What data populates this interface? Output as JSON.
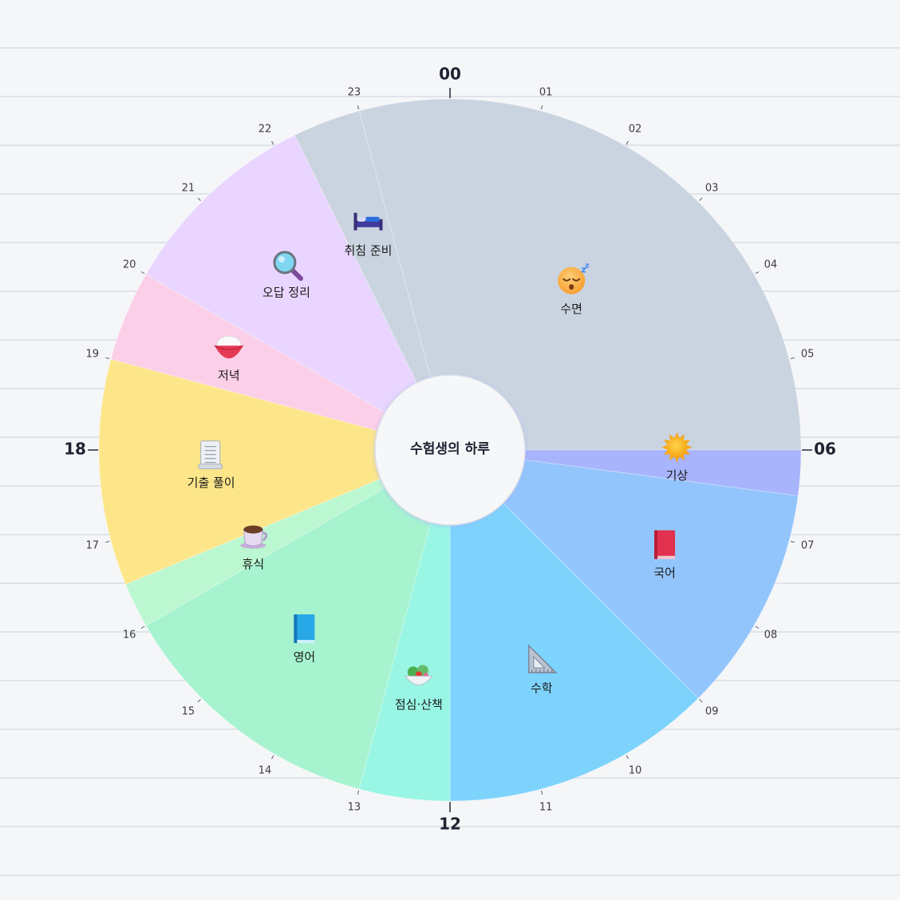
{
  "page": {
    "center_title": "수험생의 하루"
  },
  "colors": {
    "background": "#f5f6f8",
    "ruled_line": "#dfe3ea",
    "tick": "#555b6b",
    "center_fill": "#f6f7f9"
  },
  "hours": {
    "major": [
      "00",
      "06",
      "12",
      "18"
    ],
    "minor": [
      "01",
      "02",
      "03",
      "04",
      "05",
      "07",
      "08",
      "09",
      "10",
      "11",
      "13",
      "14",
      "15",
      "16",
      "17",
      "19",
      "20",
      "21",
      "22",
      "23"
    ]
  },
  "chart_data": {
    "type": "pie",
    "unit": "hour",
    "total": 24,
    "segments": [
      {
        "label": "수면",
        "start": 23.0,
        "end": 30.0,
        "color": "#cad4e0",
        "icon": "sleeping-face-icon"
      },
      {
        "label": "기상",
        "start": 6.0,
        "end": 6.5,
        "color": "#a8b4fb",
        "icon": "sun-icon"
      },
      {
        "label": "국어",
        "start": 6.5,
        "end": 9.0,
        "color": "#93c5fd",
        "icon": "red-book-icon"
      },
      {
        "label": "수학",
        "start": 9.0,
        "end": 12.0,
        "color": "#7dd3fc",
        "icon": "triangle-ruler-icon"
      },
      {
        "label": "점심·산책",
        "start": 12.0,
        "end": 13.0,
        "color": "#99f6e4",
        "icon": "salad-bowl-icon"
      },
      {
        "label": "영어",
        "start": 13.0,
        "end": 16.0,
        "color": "#a7f3d0",
        "icon": "blue-book-icon"
      },
      {
        "label": "휴식",
        "start": 16.0,
        "end": 16.5,
        "color": "#bbf7d0",
        "icon": "coffee-cup-icon"
      },
      {
        "label": "기출 풀이",
        "start": 16.5,
        "end": 19.0,
        "color": "#fde68a",
        "icon": "scroll-document-icon"
      },
      {
        "label": "저녁",
        "start": 19.0,
        "end": 20.0,
        "color": "#fbcfe8",
        "icon": "rice-bowl-icon"
      },
      {
        "label": "오답 정리",
        "start": 20.0,
        "end": 22.25,
        "color": "#e9d5ff",
        "icon": "magnifier-icon"
      },
      {
        "label": "취침 준비",
        "start": 22.25,
        "end": 23.0,
        "color": "#cad4e0",
        "icon": "bed-icon"
      }
    ]
  }
}
